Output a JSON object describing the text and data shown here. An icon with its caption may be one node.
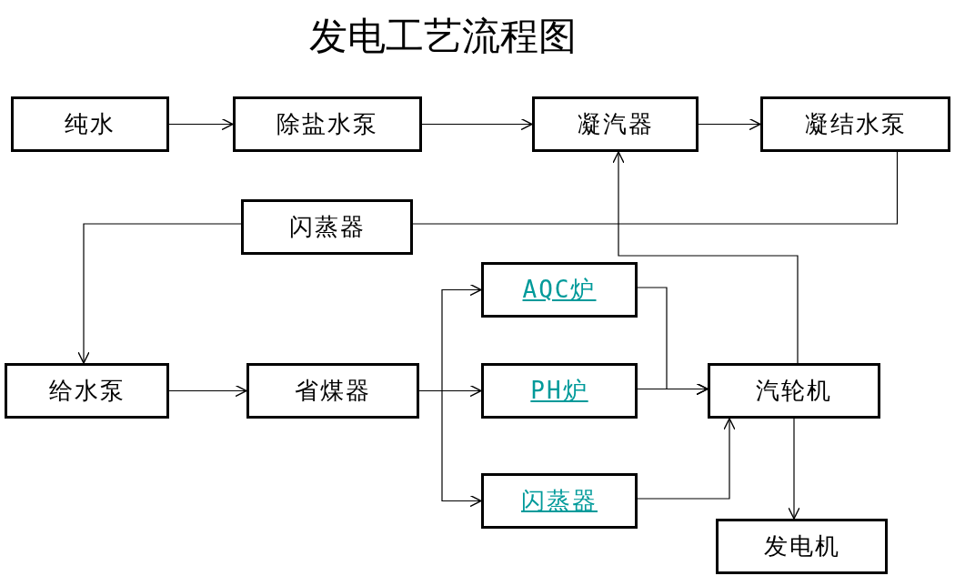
{
  "diagram": {
    "title": "发电工艺流程图",
    "nodes": [
      {
        "text": [
          "纯水"
        ]
      },
      {
        "text": [
          "除盐水泵"
        ]
      },
      {
        "text": [
          "凝汽器"
        ]
      },
      {
        "text": [
          "凝结水泵"
        ]
      },
      {
        "text": [
          "闪蒸器"
        ]
      },
      {
        "text": [
          "给水泵"
        ]
      },
      {
        "text": [
          "省煤器"
        ]
      },
      {
        "text": [
          "AQC炉"
        ]
      },
      {
        "text": [
          "PH炉"
        ]
      },
      {
        "text": [
          "闪蒸器"
        ]
      },
      {
        "text": [
          "汽轮机"
        ]
      },
      {
        "text": [
          "发电机"
        ]
      }
    ],
    "edges": [
      {
        "from": 0,
        "to": 1,
        "arrow": "to"
      },
      {
        "from": 1,
        "to": 2,
        "arrow": "to"
      },
      {
        "from": 2,
        "to": 3,
        "arrow": "to"
      },
      {
        "from": 3,
        "to": 4,
        "arrow": "none"
      },
      {
        "from": 4,
        "to": 5,
        "arrow": "to"
      },
      {
        "from": 5,
        "to": 6,
        "arrow": "to"
      },
      {
        "from": 6,
        "to": 7,
        "arrow": "to"
      },
      {
        "from": 6,
        "to": 8,
        "arrow": "to"
      },
      {
        "from": 6,
        "to": 9,
        "arrow": "to"
      },
      {
        "from": 7,
        "to": 10,
        "arrow": "to"
      },
      {
        "from": 8,
        "to": 10,
        "arrow": "to"
      },
      {
        "from": 9,
        "to": 10,
        "arrow": "to"
      },
      {
        "from": 10,
        "to": 2,
        "arrow": "to"
      },
      {
        "from": 10,
        "to": 11,
        "arrow": "to"
      }
    ]
  }
}
